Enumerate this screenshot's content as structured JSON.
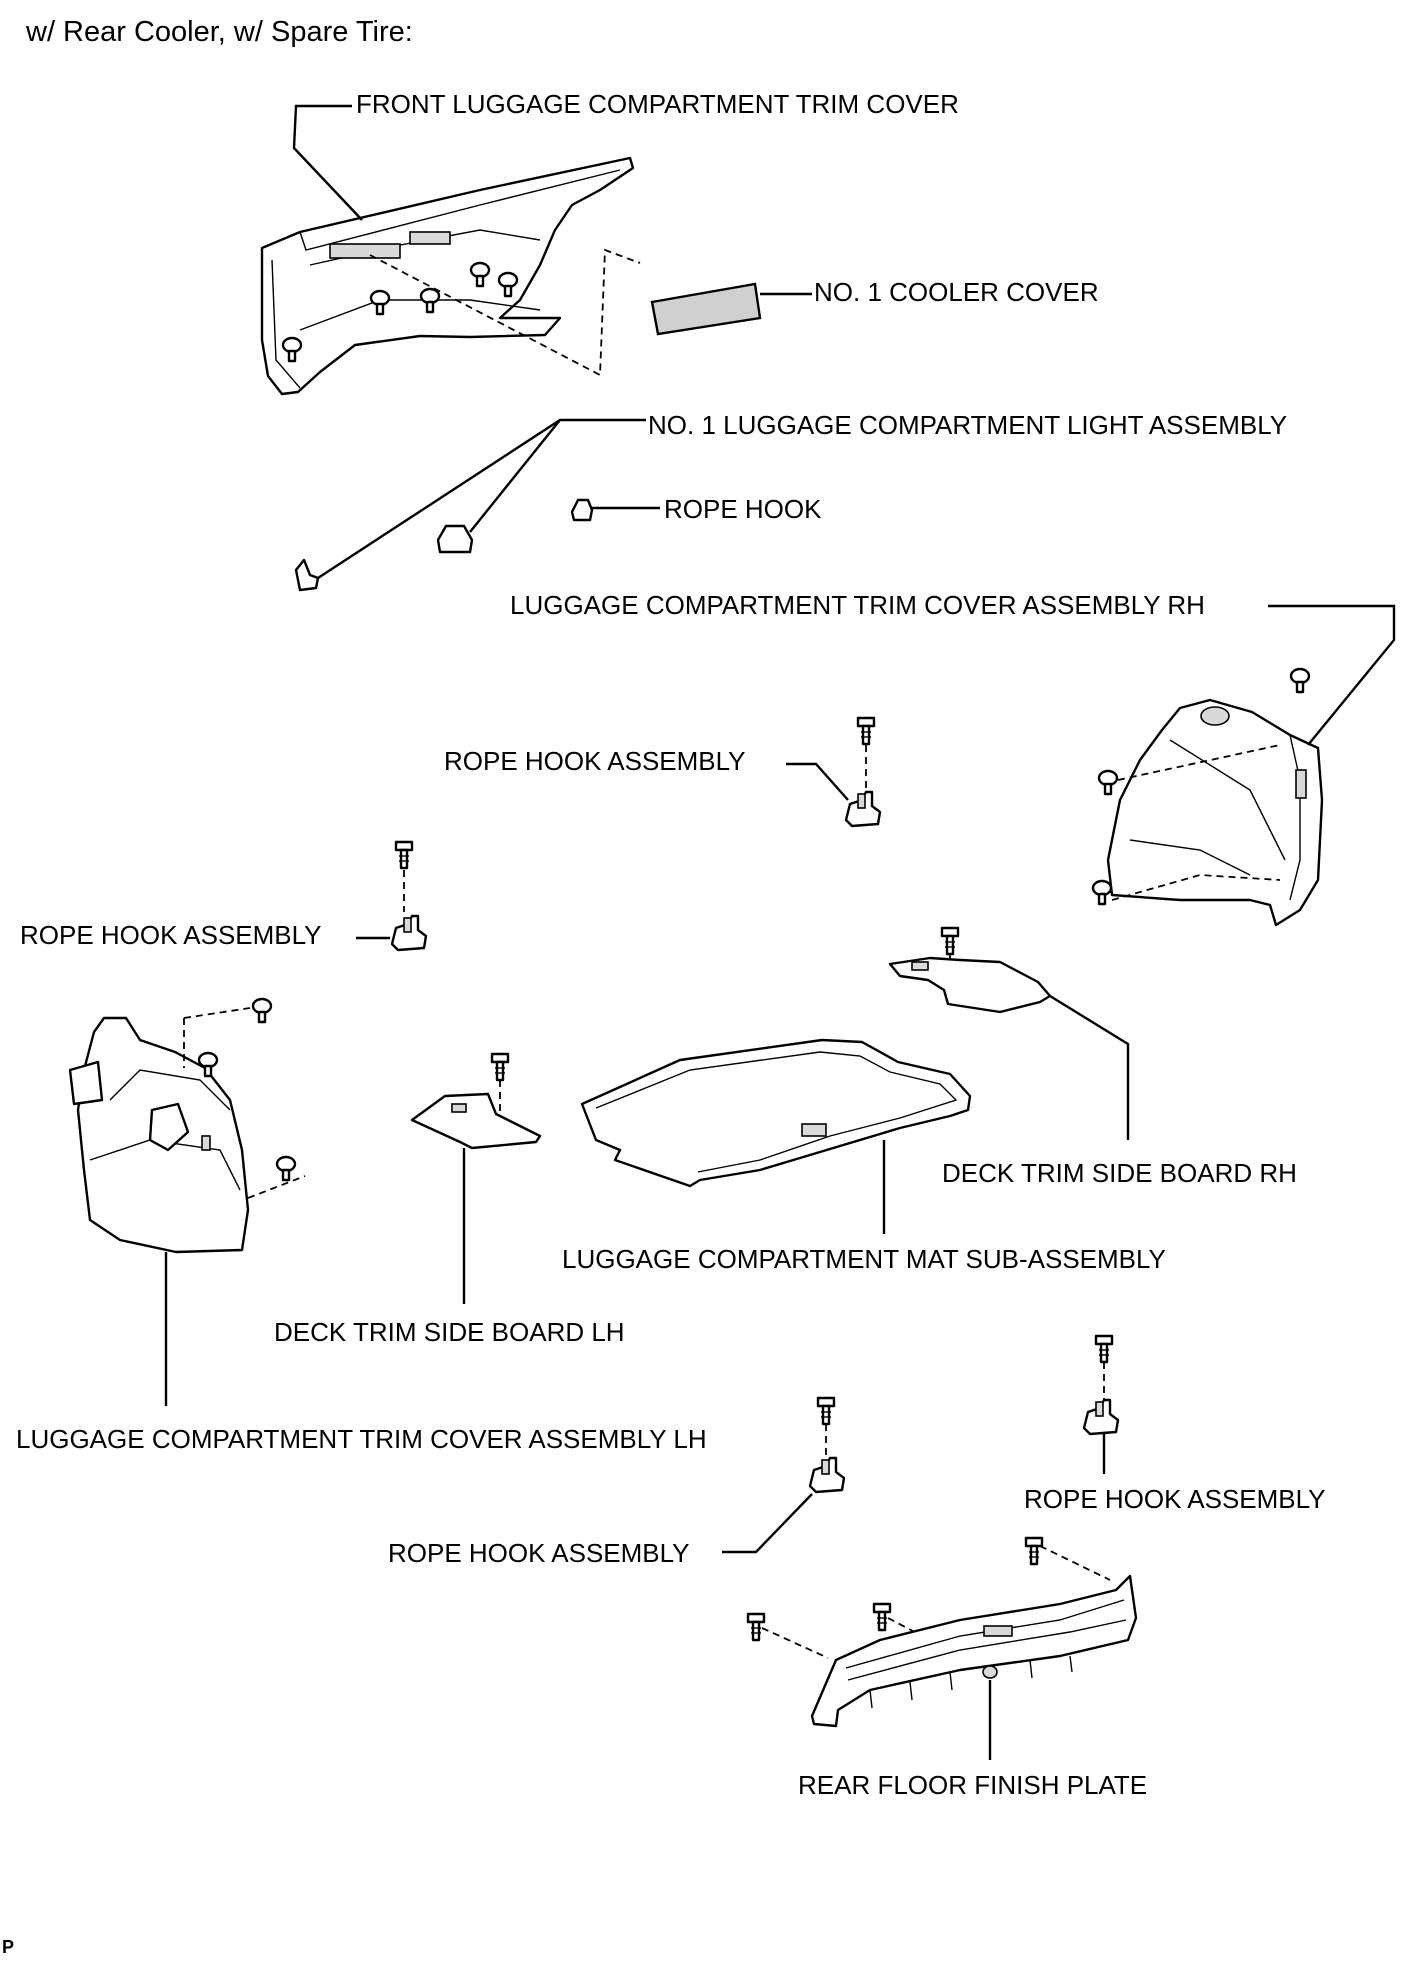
{
  "heading": "w/ Rear Cooler, w/ Spare Tire:",
  "corner_mark": "P",
  "labels": {
    "front_trim_cover": "FRONT LUGGAGE COMPARTMENT TRIM COVER",
    "cooler_cover": "NO. 1 COOLER COVER",
    "light_assembly": "NO. 1 LUGGAGE COMPARTMENT LIGHT ASSEMBLY",
    "rope_hook": "ROPE HOOK",
    "trim_cover_rh": "LUGGAGE COMPARTMENT TRIM COVER ASSEMBLY RH",
    "rope_hook_assembly_upper": "ROPE HOOK ASSEMBLY",
    "rope_hook_assembly_left": "ROPE HOOK ASSEMBLY",
    "deck_board_rh": "DECK TRIM SIDE BOARD RH",
    "mat_sub_assembly": "LUGGAGE COMPARTMENT MAT SUB-ASSEMBLY",
    "deck_board_lh": "DECK TRIM SIDE BOARD LH",
    "trim_cover_lh": "LUGGAGE COMPARTMENT TRIM COVER ASSEMBLY LH",
    "rope_hook_assembly_right": "ROPE HOOK ASSEMBLY",
    "rope_hook_assembly_lower": "ROPE HOOK ASSEMBLY",
    "rear_floor_plate": "REAR FLOOR FINISH PLATE"
  }
}
